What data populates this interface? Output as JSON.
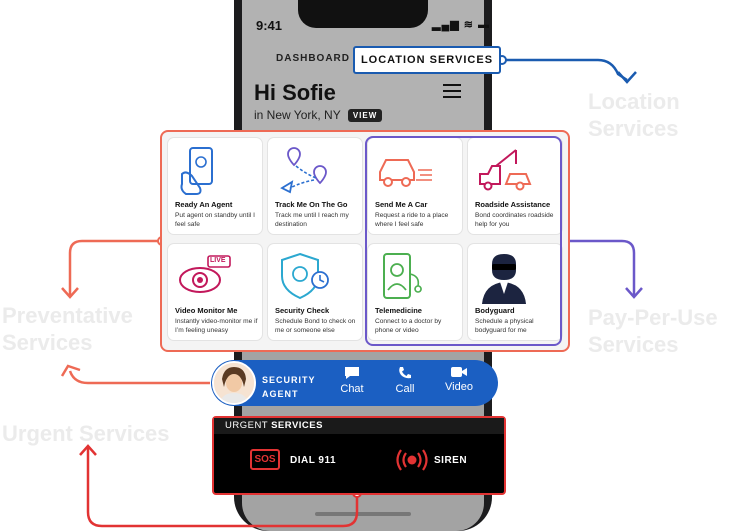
{
  "status": {
    "time": "9:41",
    "icons": "▂▄▆ ≋ ▬"
  },
  "dashboard": {
    "label": "DASHBOARD",
    "greeting": "Hi Sofie",
    "location": "in New York, NY",
    "view": "VIEW"
  },
  "callouts": {
    "location_pill": "LOCATION SERVICES"
  },
  "ghost_titles": {
    "location": [
      "Location",
      "Services"
    ],
    "preventative": [
      "Preventative",
      "Services"
    ],
    "pay_per_use": [
      "Pay-Per-Use",
      "Services"
    ],
    "urgent": "Urgent Services"
  },
  "cards": [
    {
      "title": "Ready An Agent",
      "desc": "Put agent on standby until I feel safe"
    },
    {
      "title": "Track Me On The Go",
      "desc": "Track me until I reach my destination"
    },
    {
      "title": "Send Me A Car",
      "desc": "Request a ride to a place where I feel safe"
    },
    {
      "title": "Roadside Assistance",
      "desc": "Bond coordinates roadside help for you"
    },
    {
      "title": "Video Monitor Me",
      "desc": "Instantly video-monitor me if I’m feeling uneasy"
    },
    {
      "title": "Security Check",
      "desc": "Schedule Bond to check on me or someone else"
    },
    {
      "title": "Telemedicine",
      "desc": "Connect to a doctor by phone or video"
    },
    {
      "title": "Bodyguard",
      "desc": "Schedule a physical bodyguard for me"
    }
  ],
  "live_badge": "LIVE",
  "security": {
    "line1": "SECURITY",
    "line2": "AGENT",
    "chat": "Chat",
    "call": "Call",
    "video": "Video"
  },
  "urgent": {
    "title_a": "URGENT ",
    "title_b": "SERVICES",
    "sos": "SOS",
    "dial": "DIAL 911",
    "siren": "SIREN"
  },
  "colors": {
    "preventative": "#ee6a55",
    "pay_per_use": "#6b58c9",
    "location": "#1a5bb0",
    "urgent": "#e23333",
    "security_bar": "#1b5fc2"
  }
}
